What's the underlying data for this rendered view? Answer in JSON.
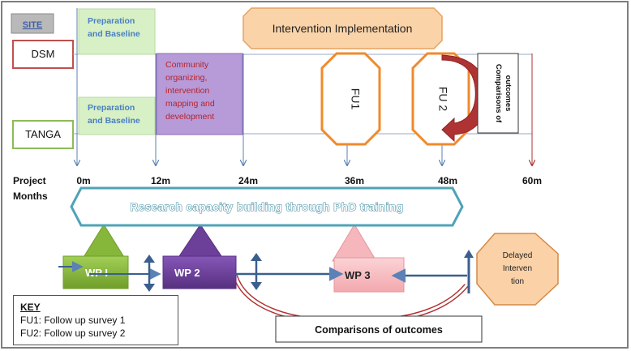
{
  "site_header": "SITE",
  "sites": [
    "DSM",
    "TANGA"
  ],
  "phases": {
    "prep_dsm": [
      "Preparation",
      "and Baseline"
    ],
    "prep_tanga": [
      "Preparation",
      "and Baseline"
    ],
    "community": [
      "Community",
      "organizing,",
      "intervention",
      "mapping and",
      "development"
    ],
    "intervention": "Intervention Implementation",
    "fu1": "FU1",
    "fu2": "FU 2",
    "comparisons_vertical": [
      "Comparisons of",
      "outcomes"
    ]
  },
  "timeline": {
    "label_lines": [
      "Project",
      "Months"
    ],
    "ticks": [
      "0m",
      "12m",
      "24m",
      "36m",
      "48m",
      "60m"
    ]
  },
  "research_banner": "Research capacity building through PhD training",
  "work_packages": [
    "WP I",
    "WP 2",
    "WP 3"
  ],
  "delayed": [
    "Delayed",
    "Interven",
    "tion"
  ],
  "comparisons_bottom": "Comparisons of outcomes",
  "key": {
    "title": "KEY",
    "items": [
      "FU1: Follow up survey 1",
      "FU2: Follow up survey 2"
    ]
  },
  "colors": {
    "frame": "#7f7f7f",
    "prep_fill": "#d7f0c6",
    "prep_text": "#4a7fc1",
    "community_fill": "#b79ad8",
    "community_text": "#b8232a",
    "intervention_fill": "#fbd3a8",
    "fu_stroke": "#f08a2c",
    "arrow_blue": "#5a82b6",
    "arrow_red": "#b03333",
    "banner_stroke": "#4fa3b7",
    "wp1": "#86b73b",
    "wp2": "#6c3f99",
    "wp3": "#f5b7bb",
    "delayed_fill": "#fbd1a7"
  }
}
